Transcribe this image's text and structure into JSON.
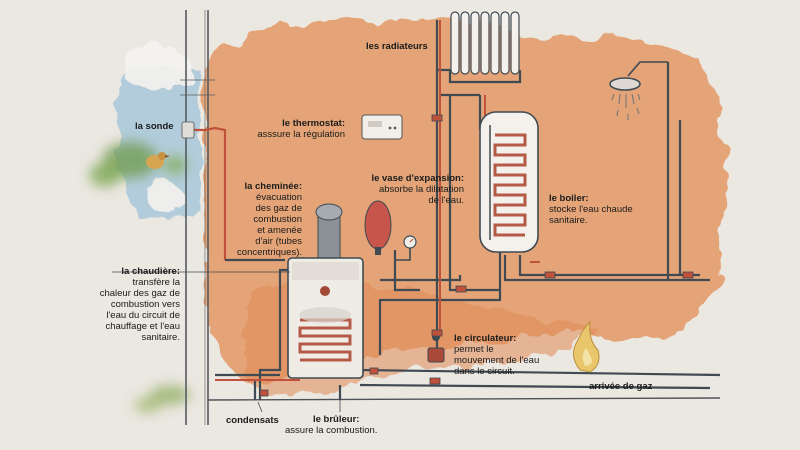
{
  "labels": {
    "radiators": {
      "title": "les radiateurs"
    },
    "probe": {
      "title": "la sonde"
    },
    "thermostat": {
      "title": "le thermostat:",
      "desc": "asssure la régulation"
    },
    "chimney": {
      "title": "la cheminée:",
      "lines": [
        "évacuation",
        "des gaz de",
        "combustion",
        "et  amenée",
        "d'air (tubes",
        "concentriques)."
      ]
    },
    "expansion": {
      "title": "le vase d'expansion:",
      "lines": [
        "absorbe la dilatation",
        "de l'eau."
      ]
    },
    "boiler_tank": {
      "title": "le boiler:",
      "lines": [
        "stocke l'eau chaude",
        "sanitaire."
      ]
    },
    "boiler": {
      "title": "la chaudière:",
      "lines": [
        "transfère la",
        "chaleur des gaz de",
        "combustion vers",
        "l'eau du circuit de",
        "chauffage et l'eau",
        "sanitaire."
      ]
    },
    "circulator": {
      "title": "le circulateur:",
      "lines": [
        "permet le",
        "mouvement de l'eau",
        "dans le circuit."
      ]
    },
    "gas": {
      "title": "arrivée de gaz"
    },
    "condensate": {
      "title": "condensats"
    },
    "burner": {
      "title": "le brûleur:",
      "desc": "assure la combustion."
    }
  },
  "colors": {
    "wash": "#e3955f",
    "sky": "#9fc3d8",
    "pipe": "#3f4a52",
    "pipe_red": "#c0523c",
    "tank": "#f4f1ec",
    "leaf": "#6f9a4a"
  },
  "icons": [
    "shower-icon",
    "flame-icon",
    "bird-icon",
    "pressure-gauge-icon"
  ]
}
